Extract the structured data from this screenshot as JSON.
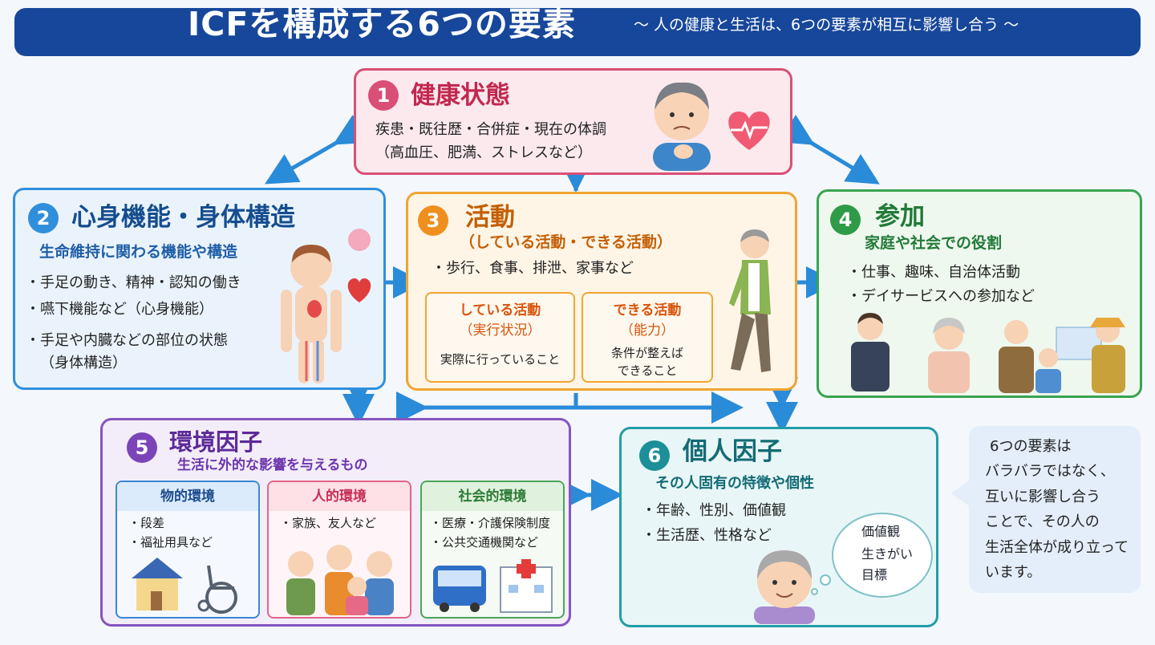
{
  "header": {
    "title": "ICFを構成する6つの要素",
    "subtitle": "～ 人の健康と生活は、6つの要素が相互に影響し合う ～"
  },
  "colors": {
    "header_bg": "#17479a",
    "health": "#d94f76",
    "body": "#2f8fdc",
    "activity": "#f0a531",
    "participation": "#38a451",
    "environment": "#8555bf",
    "personal": "#219da7",
    "arrow": "#2a8bd8"
  },
  "cards": {
    "health": {
      "number": "1",
      "title": "健康状態",
      "lines": [
        "疾患・既往歴・合併症・現在の体調",
        "（高血圧、肥満、ストレスなど）"
      ]
    },
    "body": {
      "number": "2",
      "title": "心身機能・身体構造",
      "subtitle": "生命維持に関わる機能や構造",
      "items": [
        "・手足の動き、精神・認知の働き",
        "・嚥下機能など（心身機能）",
        "・手足や内臓などの部位の状態",
        "（身体構造）"
      ]
    },
    "activity": {
      "number": "3",
      "title": "活動",
      "subtitle": "（している活動・できる活動）",
      "items": [
        "・歩行、食事、排泄、家事など"
      ],
      "doing": {
        "title": "している活動",
        "sub": "（実行状況）",
        "desc": "実際に行っていること"
      },
      "can": {
        "title": "できる活動",
        "sub": "（能力）",
        "desc1": "条件が整えば",
        "desc2": "できること"
      }
    },
    "participation": {
      "number": "4",
      "title": "参加",
      "subtitle": "家庭や社会での役割",
      "items": [
        "・仕事、趣味、自治体活動",
        "・デイサービスへの参加など"
      ]
    },
    "environment": {
      "number": "5",
      "title": "環境因子",
      "subtitle": "生活に外的な影響を与えるもの",
      "physical": {
        "title": "物的環境",
        "items": [
          "・段差",
          "・福祉用具など"
        ]
      },
      "human": {
        "title": "人的環境",
        "items": [
          "・家族、友人など"
        ]
      },
      "social": {
        "title": "社会的環境",
        "items": [
          "・医療・介護保険制度",
          "・公共交通機関など"
        ]
      }
    },
    "personal": {
      "number": "6",
      "title": "個人因子",
      "subtitle": "その人固有の特徴や個性",
      "items": [
        "・年齢、性別、価値観",
        "・生活歴、性格など"
      ],
      "thought": [
        "価値観",
        "生きがい",
        "目標"
      ]
    }
  },
  "callout": {
    "lines": [
      "6つの要素は",
      "バラバラではなく、",
      "互いに影響し合う",
      "ことで、その人の",
      "生活全体が成り立って",
      "います。"
    ]
  }
}
